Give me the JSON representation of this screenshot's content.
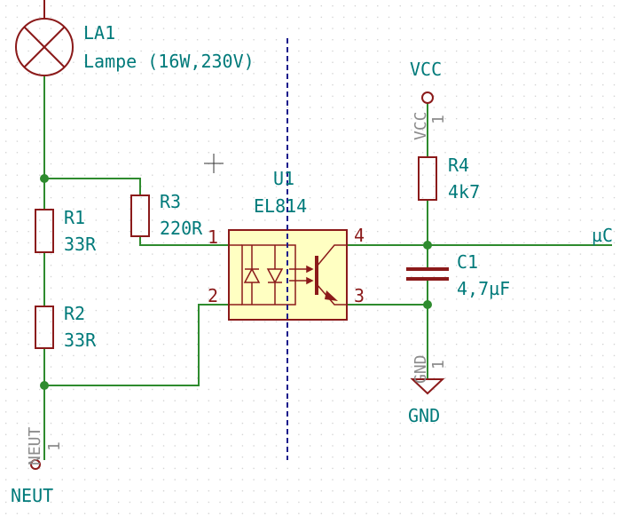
{
  "colors": {
    "background": "#ffffff",
    "grid_dot": "#c8c8c8",
    "wire": "#2e8b2e",
    "component": "#8b1a1a",
    "ic_body": "#ffffc2",
    "label_teal": "#007a7a",
    "label_dark": "#8b1a1a",
    "power_ghost": "#8c8c8c",
    "divider": "#1a1a8c"
  },
  "components": {
    "la1": {
      "ref": "LA1",
      "value": "Lampe (16W,230V)"
    },
    "r1": {
      "ref": "R1",
      "value": "33R"
    },
    "r2": {
      "ref": "R2",
      "value": "33R"
    },
    "r3": {
      "ref": "R3",
      "value": "220R"
    },
    "r4": {
      "ref": "R4",
      "value": "4k7"
    },
    "c1": {
      "ref": "C1",
      "value": "4,7µF"
    },
    "u1": {
      "ref": "U1",
      "value": "EL814",
      "pins": [
        "1",
        "2",
        "3",
        "4"
      ]
    }
  },
  "power": {
    "vcc": {
      "label": "VCC",
      "pin_name": "VCC",
      "pin_num": "1"
    },
    "gnd": {
      "label": "GND",
      "pin_name": "GND",
      "pin_num": "1"
    },
    "neut": {
      "label": "NEUT",
      "pin_name": "NEUT",
      "pin_num": "1"
    }
  },
  "nets": {
    "uc": "µC"
  }
}
